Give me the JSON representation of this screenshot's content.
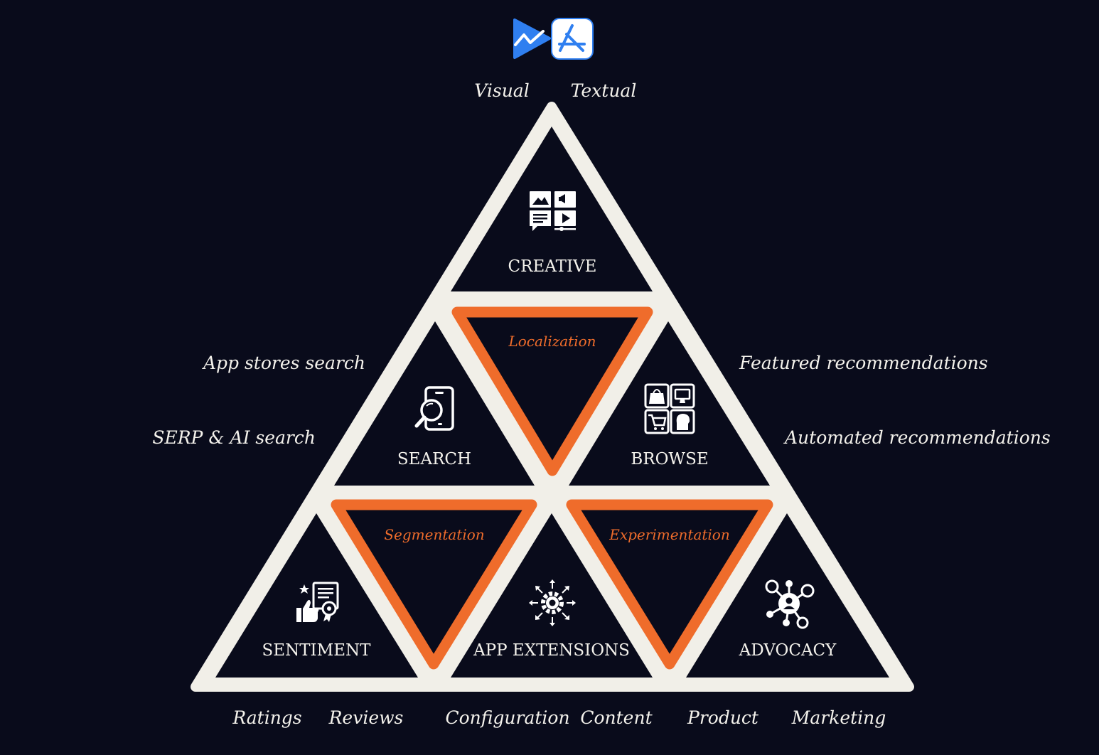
{
  "logos": {
    "play_store": "play-store-logo",
    "app_store": "app-store-logo"
  },
  "colors": {
    "background": "#090b1b",
    "frame": "#f1efe8",
    "accent": "#ef6c2b",
    "text": "#f4f2ec"
  },
  "top_labels": {
    "left": "Visual",
    "right": "Textual"
  },
  "side_labels": {
    "left_top": "App stores search",
    "left_bottom": "SERP & AI search",
    "right_top": "Featured recommendations",
    "right_bottom": "Automated recommendations"
  },
  "sections": {
    "creative": {
      "label": "CREATIVE",
      "icon": "creative-media-icon"
    },
    "search": {
      "label": "SEARCH",
      "icon": "phone-search-icon"
    },
    "browse": {
      "label": "BROWSE",
      "icon": "browse-grid-icon"
    },
    "sentiment": {
      "label": "SENTIMENT",
      "icon": "rating-review-icon"
    },
    "app_extensions": {
      "label": "APP EXTENSIONS",
      "icon": "gear-arrows-icon"
    },
    "advocacy": {
      "label": "ADVOCACY",
      "icon": "network-user-icon"
    }
  },
  "connectors": {
    "localization": "Localization",
    "segmentation": "Segmentation",
    "experimentation": "Experimentation"
  },
  "bottom_labels": [
    "Ratings",
    "Reviews",
    "Configuration",
    "Content",
    "Product",
    "Marketing"
  ]
}
